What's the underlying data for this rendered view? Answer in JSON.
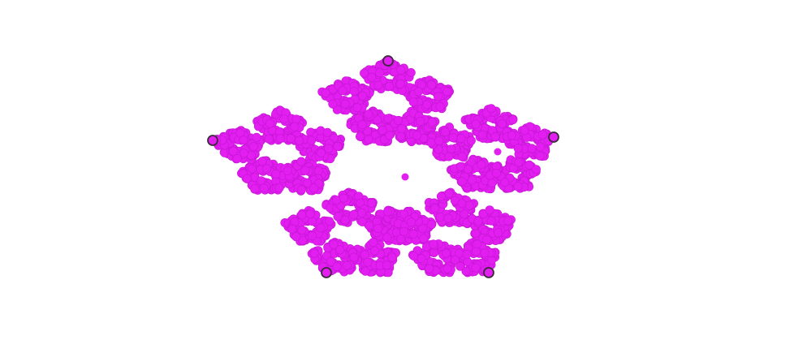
{
  "chaos_game": {
    "shape": "pentagon",
    "vertex_count": 5,
    "ratio": 0.382,
    "point_count": 2800,
    "point_color": "#e21ef0",
    "point_stroke_color": "#c617d4",
    "vertex_fill_color": "#e21ef0",
    "vertex_stroke_color": "#3a2a3a",
    "center_marker_color": "#e21ef0",
    "background_color": "#ffffff"
  }
}
